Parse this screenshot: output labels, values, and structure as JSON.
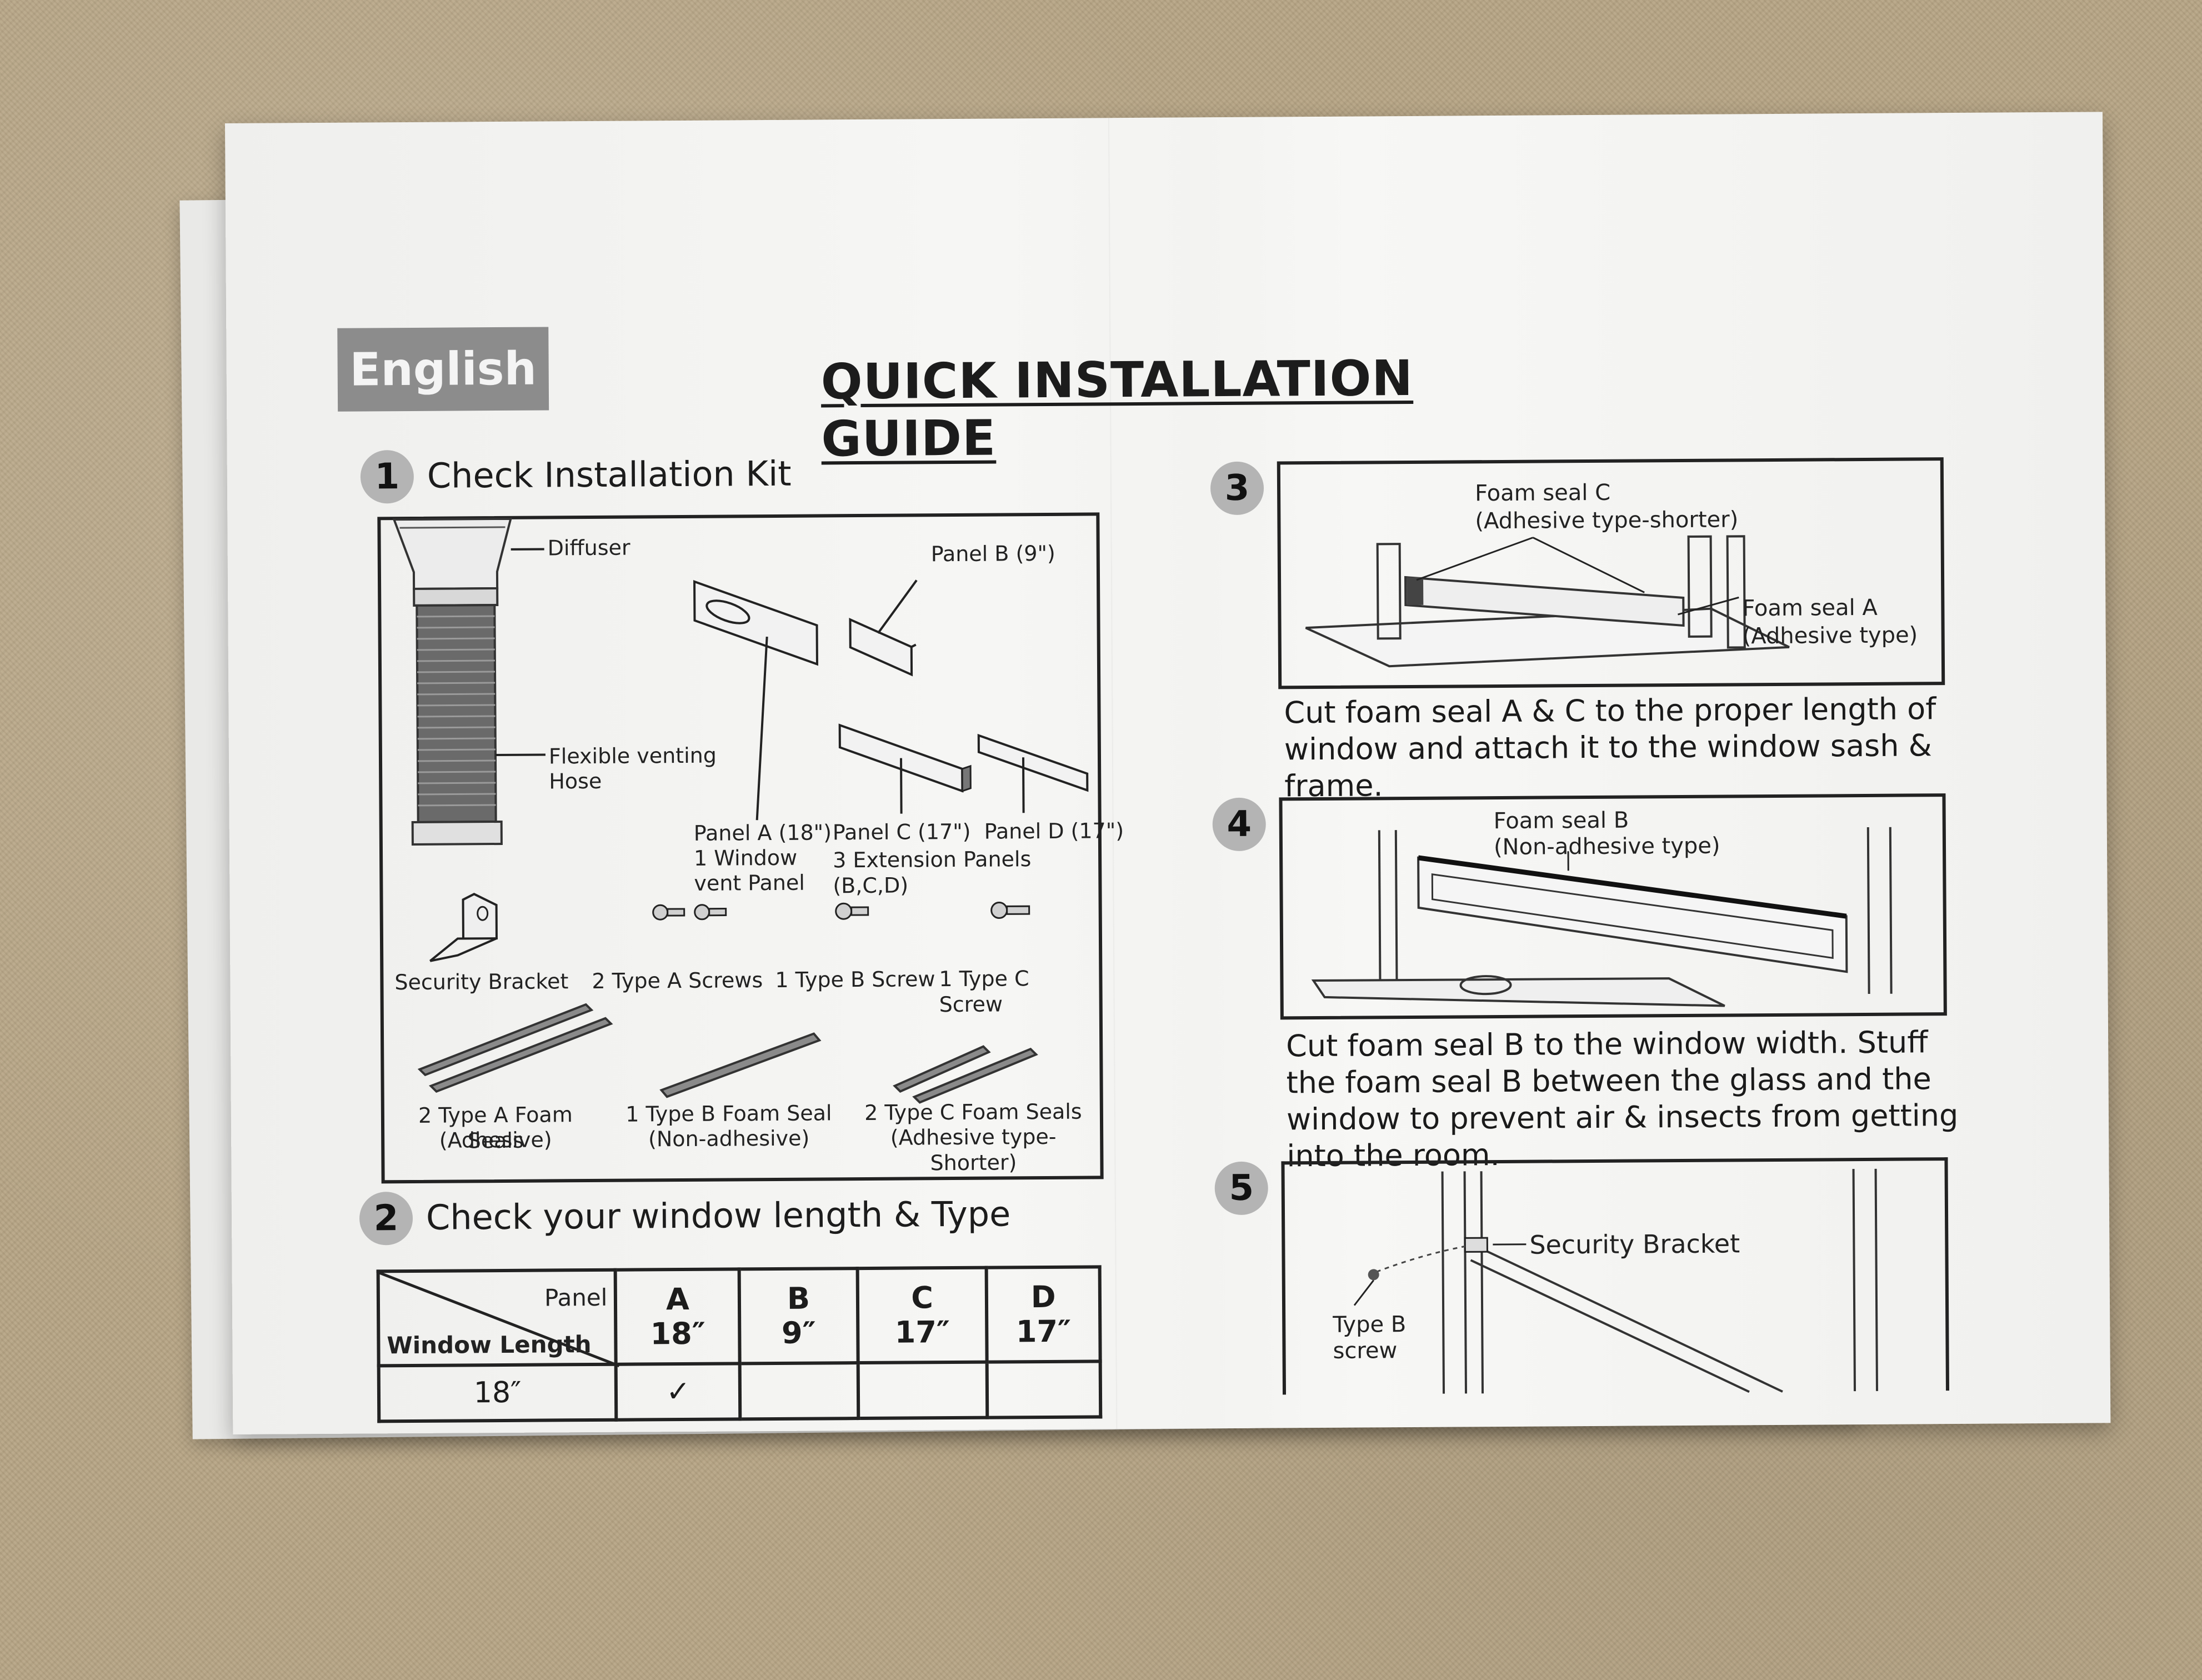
{
  "language_badge": "English",
  "title": "QUICK INSTALLATION GUIDE",
  "step1": {
    "number": "1",
    "title": "Check Installation Kit",
    "labels": {
      "diffuser": "Diffuser",
      "hose_line1": "Flexible venting",
      "hose_line2": "Hose",
      "panel_b": "Panel B (9\")",
      "panel_a_line1": "Panel A (18\")",
      "panel_a_line2": "1 Window",
      "panel_a_line3": "vent Panel",
      "panel_cd_line1": "Panel C (17\")  Panel D (17\")",
      "panel_cd_line2": "3 Extension Panels (B,C,D)",
      "security_bracket": "Security Bracket",
      "type_a_screws": "2 Type A Screws",
      "type_b_screw": "1 Type B Screw",
      "type_c_screw": "1 Type C Screw",
      "foam_a_line1": "2 Type A Foam Seals",
      "foam_a_line2": "(Adhesive)",
      "foam_b_line1": "1 Type B Foam Seal",
      "foam_b_line2": "(Non-adhesive)",
      "foam_c_line1": "2 Type C Foam Seals",
      "foam_c_line2": "(Adhesive type-Shorter)"
    }
  },
  "step2": {
    "number": "2",
    "title": "Check your window length & Type",
    "table": {
      "corner_top": "Panel",
      "corner_bottom": "Window Length",
      "columns": [
        {
          "letter": "A",
          "size": "18″"
        },
        {
          "letter": "B",
          "size": "9″"
        },
        {
          "letter": "C",
          "size": "17″"
        },
        {
          "letter": "D",
          "size": "17″"
        }
      ],
      "rows": [
        {
          "length": "18″",
          "cells": [
            "✓",
            "",
            "",
            ""
          ]
        }
      ]
    }
  },
  "step3": {
    "number": "3",
    "label_c_line1": "Foam seal C",
    "label_c_line2": "(Adhesive type-shorter)",
    "label_a_line1": "Foam seal A",
    "label_a_line2": "(Adhesive type)",
    "text": "Cut foam seal A & C to the proper length of window and attach it to the window sash & frame."
  },
  "step4": {
    "number": "4",
    "label_line1": "Foam seal B",
    "label_line2": "(Non-adhesive type)",
    "text": "Cut foam seal B to the window width. Stuff the foam seal B between the glass and the window to prevent air & insects from getting into the room."
  },
  "step5": {
    "number": "5",
    "bracket_label": "Security Bracket",
    "screw_label_line1": "Type B",
    "screw_label_line2": "screw"
  }
}
